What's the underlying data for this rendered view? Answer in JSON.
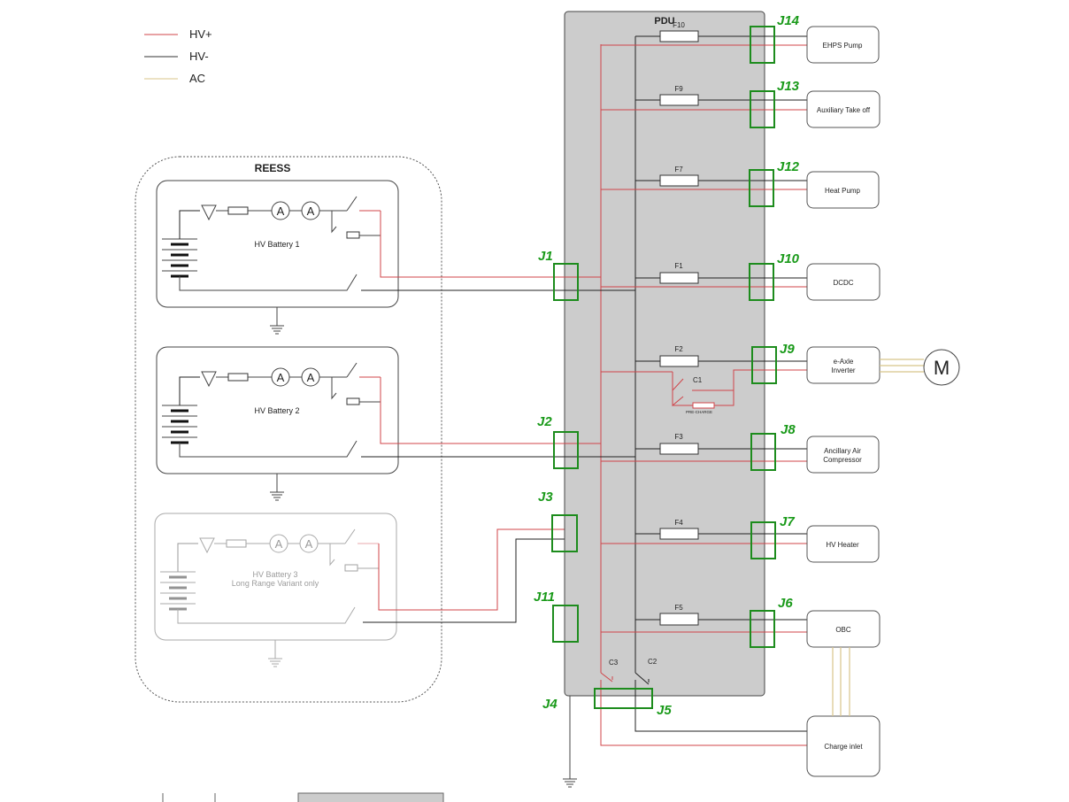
{
  "legend": {
    "items": [
      {
        "label": "HV+",
        "color": "#d0454a"
      },
      {
        "label": "HV-",
        "color": "#222222"
      },
      {
        "label": "AC",
        "color": "#d8c58a"
      }
    ]
  },
  "reess": {
    "title": "REESS",
    "batteries": [
      {
        "label": "HV Battery 1",
        "sub": ""
      },
      {
        "label": "HV Battery 2",
        "sub": ""
      },
      {
        "label": "HV Battery 3",
        "sub": "Long Range Variant only"
      }
    ],
    "ammeter_symbol": "A"
  },
  "pdu": {
    "title": "PDU",
    "fuses": [
      "F10",
      "F9",
      "F7",
      "F1",
      "F2",
      "F3",
      "F4",
      "F5"
    ],
    "contactors": {
      "c1": "C1",
      "c2": "C2",
      "c3": "C3"
    },
    "precharge_label": "PRE-CHARGE"
  },
  "connectors": {
    "j1": "J1",
    "j2": "J2",
    "j3": "J3",
    "j11": "J11",
    "j4": "J4",
    "j5": "J5",
    "j14": "J14",
    "j13": "J13",
    "j12": "J12",
    "j10": "J10",
    "j9": "J9",
    "j8": "J8",
    "j7": "J7",
    "j6": "J6"
  },
  "loads": {
    "ehps": "EHPS Pump",
    "aux": "Auxiliary Take off",
    "heat_pump": "Heat Pump",
    "dcdc": "DCDC",
    "inverter_l1": "e-Axle",
    "inverter_l2": "Inverter",
    "compressor_l1": "Ancillary Air",
    "compressor_l2": "Compressor",
    "heater": "HV Heater",
    "obc": "OBC",
    "charge_inlet": "Charge inlet",
    "motor": "M"
  }
}
